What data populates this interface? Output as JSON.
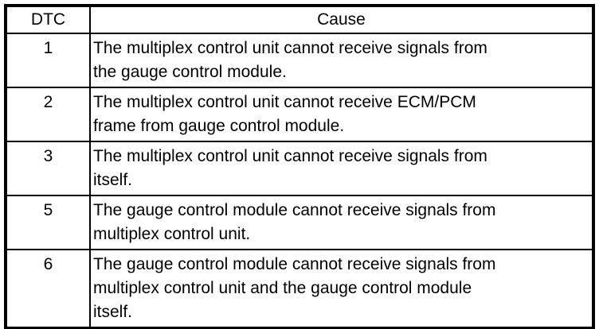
{
  "table": {
    "headers": [
      "DTC",
      "Cause"
    ],
    "rows": [
      {
        "dtc": "1",
        "cause": "The multiplex control unit cannot receive signals from\nthe gauge control module."
      },
      {
        "dtc": "2",
        "cause": "The multiplex control unit cannot receive ECM/PCM\nframe from gauge control module."
      },
      {
        "dtc": "3",
        "cause": "The multiplex control unit cannot receive signals from\nitself."
      },
      {
        "dtc": "5",
        "cause": "The gauge control module cannot receive signals from\nmultiplex control unit."
      },
      {
        "dtc": "6",
        "cause": "The gauge control module cannot receive signals from\nmultiplex control unit and the gauge control module\nitself."
      }
    ],
    "colors": {
      "border": "#000000",
      "background": "#ffffff",
      "text": "#000000"
    }
  }
}
